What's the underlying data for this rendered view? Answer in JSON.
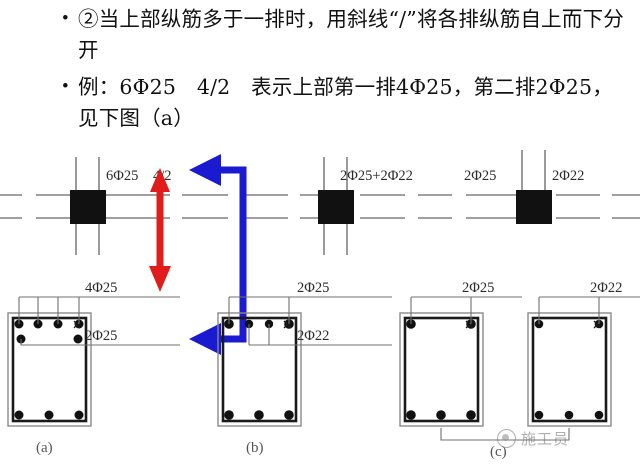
{
  "slide": {
    "bullets": [
      {
        "marker": "•",
        "text": "②当上部纵筋多于一排时，用斜线“/”将各排纵筋自上而下分开"
      },
      {
        "marker": "•",
        "text": "例：6Φ25　4/2　表示上部第一排4Φ25，第二排2Φ25，见下图（a）"
      }
    ]
  },
  "drawing": {
    "plan_labels": {
      "left_span": "6Φ25",
      "left_span_ratio": "4/2",
      "middle_span": "2Φ25+2Φ22",
      "right_left": "2Φ25",
      "right_right": "2Φ22"
    },
    "section_labels": {
      "a_top_row": "4Φ25",
      "a_second_row": "2Φ25",
      "b_corner": "2Φ25",
      "b_middle": "2Φ22",
      "c_left": "2Φ25",
      "c_right": "2Φ22"
    },
    "captions": {
      "a": "(a)",
      "b": "(b)",
      "c": "(c)"
    },
    "colors": {
      "red_arrow": "#e21b1b",
      "blue_arrow": "#1a1ad0",
      "line_gray": "#808080",
      "ink": "#1a1a1a",
      "column_fill": "#000000"
    }
  },
  "watermark": {
    "text": "施工员",
    "logo": "circle-dot-logo"
  }
}
